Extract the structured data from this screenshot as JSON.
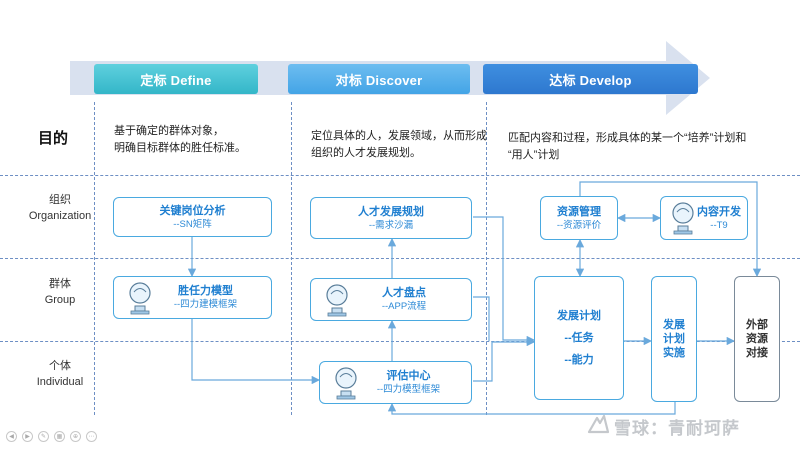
{
  "phases": {
    "define": "定标 Define",
    "discover": "对标 Discover",
    "develop": "达标 Develop"
  },
  "rows": {
    "purpose": "目的",
    "organization_cn": "组织",
    "organization_en": "Organization",
    "group_cn": "群体",
    "group_en": "Group",
    "individual_cn": "个体",
    "individual_en": "Individual"
  },
  "purpose": {
    "define_line1": "基于确定的群体对象，",
    "define_line2": "明确目标群体的胜任标准。",
    "discover_line1": "定位具体的人，发展领域，从而形成",
    "discover_line2": "组织的人才发展规划。",
    "develop_line1": "匹配内容和过程，形成具体的某一个“培养”计划和",
    "develop_line2": "“用人”计划"
  },
  "boxes": {
    "key_position": {
      "title": "关键岗位分析",
      "sub": "--SN矩阵"
    },
    "competency_model": {
      "title": "胜任力模型",
      "sub": "--四力建模框架"
    },
    "talent_plan": {
      "title": "人才发展规划",
      "sub": "--需求沙漏"
    },
    "talent_review": {
      "title": "人才盘点",
      "sub": "--APP流程"
    },
    "assessment": {
      "title": "评估中心",
      "sub": "--四力模型框架"
    },
    "resource_mgmt": {
      "title": "资源管理",
      "sub": "--资源评价"
    },
    "content_dev": {
      "title": "内容开发",
      "sub": "--T9"
    },
    "dev_plan": {
      "title": "发展计划",
      "line2": "--任务",
      "line3": "--能力"
    },
    "plan_impl": {
      "line1": "发展",
      "line2": "计划",
      "line3": "实施"
    },
    "external": {
      "line1": "外部",
      "line2": "资源",
      "line3": "对接"
    }
  },
  "watermark": "雪球：青耐珂萨",
  "colors": {
    "define": "#33b6c8",
    "discover": "#43a4e6",
    "develop": "#2e78cf",
    "box_border": "#4aa9e0",
    "box_text": "#1f7fd0",
    "gridline": "#6d8fc4"
  }
}
